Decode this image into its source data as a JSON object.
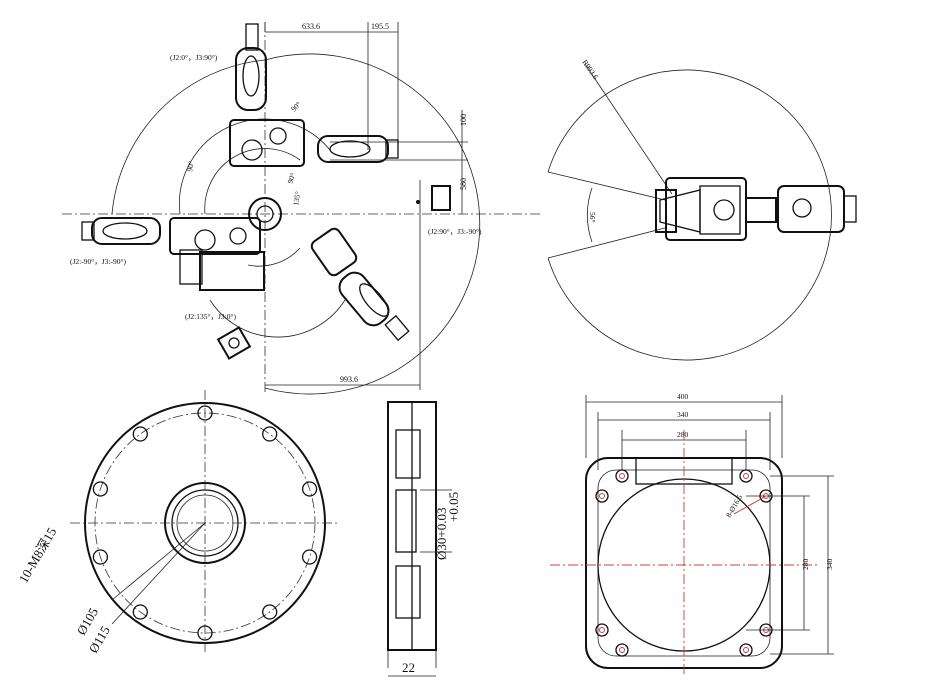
{
  "top_left_view": {
    "dims": {
      "d633": "633.6",
      "d195": "195.5",
      "d100": "100",
      "d580": "580",
      "d993": "993.6"
    },
    "angles": {
      "a90a": "90°",
      "a90b": "90°",
      "a90c": "90°",
      "a135": "135°"
    },
    "poses": {
      "p1": "(J2:0°，J3:90°)",
      "p2": "(J2:-90°，J3:-90°)",
      "p3": "(J2:90°，J3:-90°)",
      "p4": "(J2:135°，J3:0°)"
    }
  },
  "top_right_view": {
    "radius": "R993.6",
    "angle": "56°"
  },
  "flange_front": {
    "holes": "10-M8深15",
    "d1": "Ø105",
    "d2": "Ø115"
  },
  "flange_section": {
    "bore": "Ø30+0.03",
    "tol": "+0.05",
    "width": "22"
  },
  "base_plate": {
    "d400": "400",
    "d340": "340",
    "d280": "280",
    "holes": "8-Ø16.5",
    "v280": "280",
    "v340": "340"
  }
}
